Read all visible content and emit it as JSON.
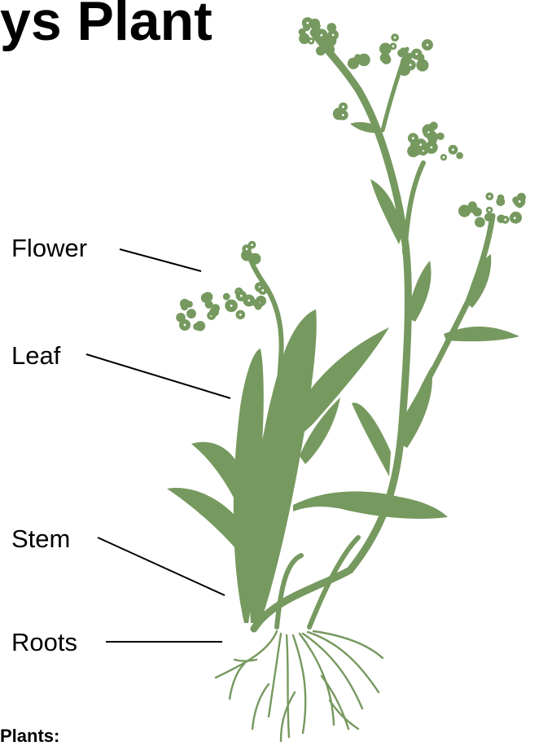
{
  "title": "ys Plant",
  "footer": "Plants:",
  "plant_color": "#76995F",
  "labels": {
    "flower": "Flower",
    "leaf": "Leaf",
    "stem": "Stem",
    "roots": "Roots"
  }
}
